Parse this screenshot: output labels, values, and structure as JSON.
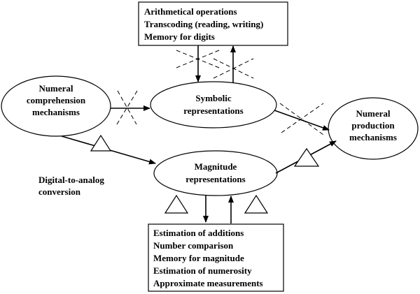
{
  "diagram": {
    "top_box": {
      "lines": [
        "Arithmetical operations",
        "Transcoding (reading, writing)",
        "Memory for digits"
      ]
    },
    "bottom_box": {
      "lines": [
        "Estimation of additions",
        "Number comparison",
        "Memory for magnitude",
        "Estimation of numerosity",
        "Approximate measurements"
      ]
    },
    "nodes": {
      "comprehension": {
        "line1": "Numeral",
        "line2": "comprehension",
        "line3": "mechanisms"
      },
      "symbolic": {
        "line1": "Symbolic",
        "line2": "representations"
      },
      "magnitude": {
        "line1": "Magnitude",
        "line2": "representations"
      },
      "production": {
        "line1": "Numeral",
        "line2": "production",
        "line3": "mechanisms"
      }
    },
    "side_label": {
      "line1": "Digital-to-analog",
      "line2": "conversion"
    }
  }
}
